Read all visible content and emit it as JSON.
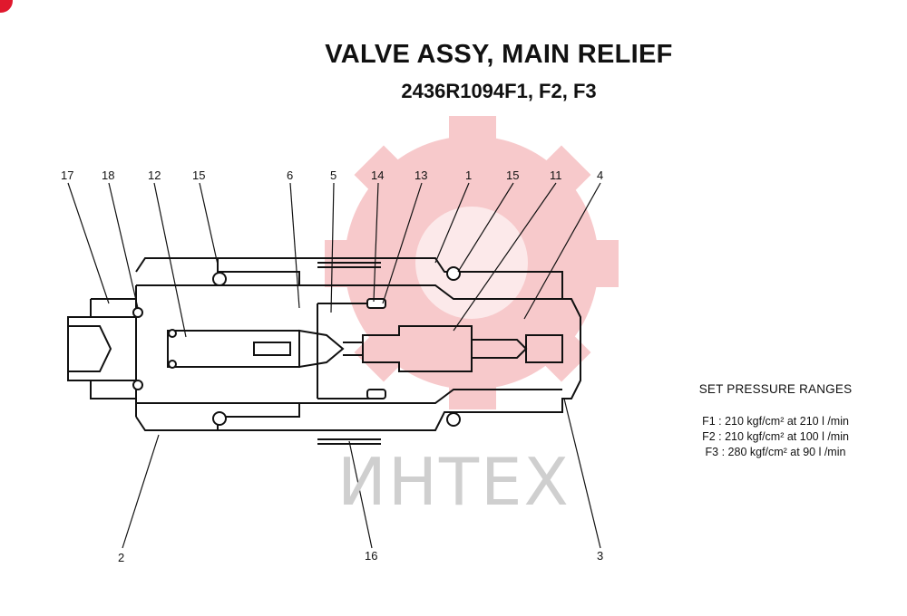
{
  "title": "VALVE ASSY, MAIN RELIEF",
  "subtitle": "2436R1094F1, F2, F3",
  "watermark": "ИНТЕХ",
  "colors": {
    "watermark_gear": "#f6b8bc",
    "corner_mark": "#e0182d",
    "line": "#111111"
  },
  "callouts": {
    "c17": "17",
    "c18": "18",
    "c12": "12",
    "c15a": "15",
    "c6": "6",
    "c5": "5",
    "c14": "14",
    "c13": "13",
    "c1": "1",
    "c15b": "15",
    "c11": "11",
    "c4": "4",
    "c2": "2",
    "c16": "16",
    "c3": "3"
  },
  "pressure": {
    "heading": "SET PRESSURE RANGES",
    "lines": [
      "F1 : 210 kgf/cm² at 210 l /min",
      "F2 : 210 kgf/cm² at 100 l /min",
      "F3 : 280 kgf/cm² at 90 l /min"
    ]
  }
}
